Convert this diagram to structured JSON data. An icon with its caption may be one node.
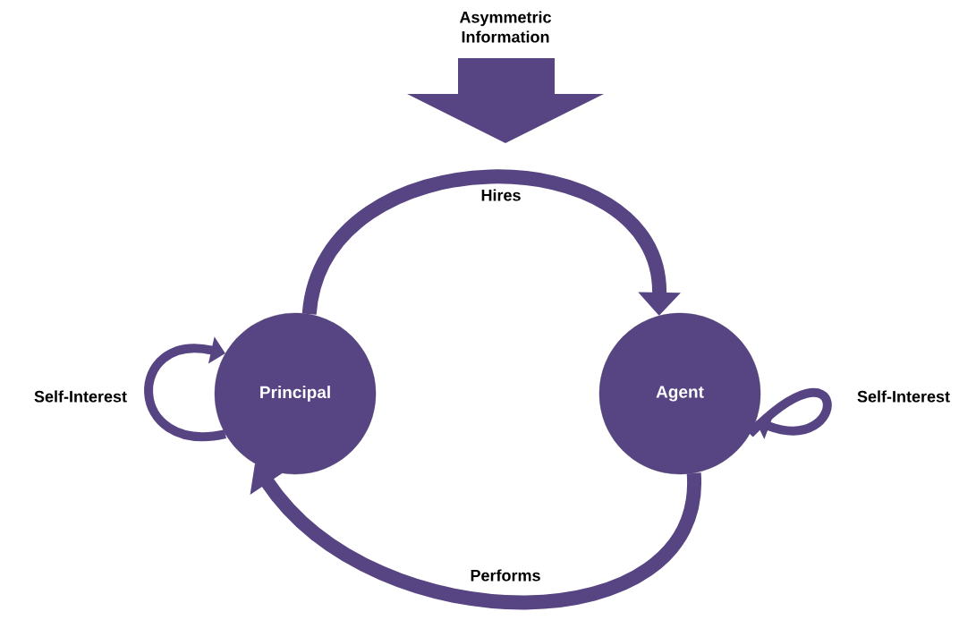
{
  "diagram": {
    "nodes": [
      {
        "text": [
          "Principal"
        ]
      },
      {
        "text": [
          "Agent"
        ]
      }
    ],
    "edges": [
      {
        "from": 0,
        "to": 1,
        "arrow": "to",
        "label": "Hires"
      },
      {
        "from": 1,
        "to": 0,
        "arrow": "to",
        "label": "Performs"
      },
      {
        "from": 0,
        "to": 0,
        "arrow": "to",
        "label": "Self-Interest"
      },
      {
        "from": 1,
        "to": 1,
        "arrow": "to",
        "label": "Self-Interest"
      }
    ],
    "labels": [
      "Asymmetric Information"
    ]
  }
}
